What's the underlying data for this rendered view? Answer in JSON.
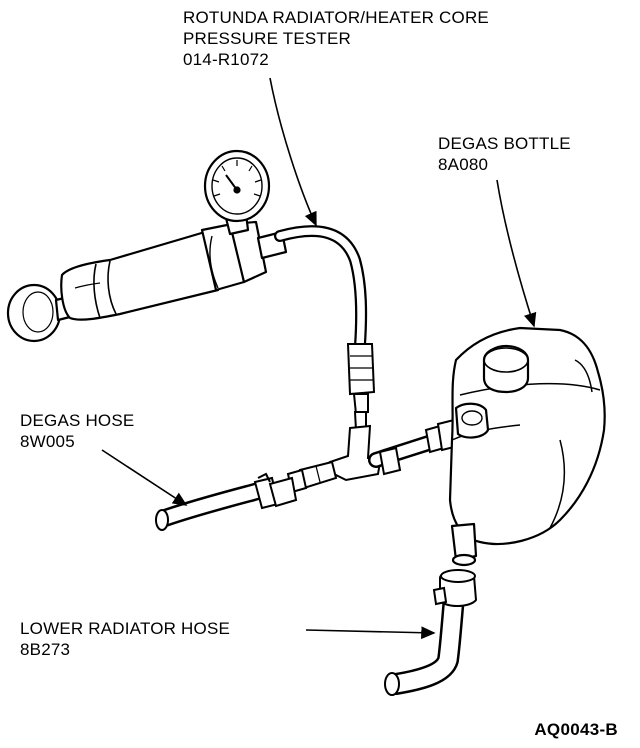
{
  "labels": {
    "tester": {
      "line1": "ROTUNDA RADIATOR/HEATER CORE",
      "line2": "PRESSURE TESTER",
      "line3": "014-R1072"
    },
    "degas_bottle": {
      "line1": "DEGAS BOTTLE",
      "line2": "8A080"
    },
    "degas_hose": {
      "line1": "DEGAS HOSE",
      "line2": "8W005"
    },
    "lower_radiator_hose": {
      "line1": "LOWER RADIATOR HOSE",
      "line2": "8B273"
    }
  },
  "figure_code": "AQ0043-B",
  "colors": {
    "ink": "#000000",
    "paper": "#ffffff"
  }
}
